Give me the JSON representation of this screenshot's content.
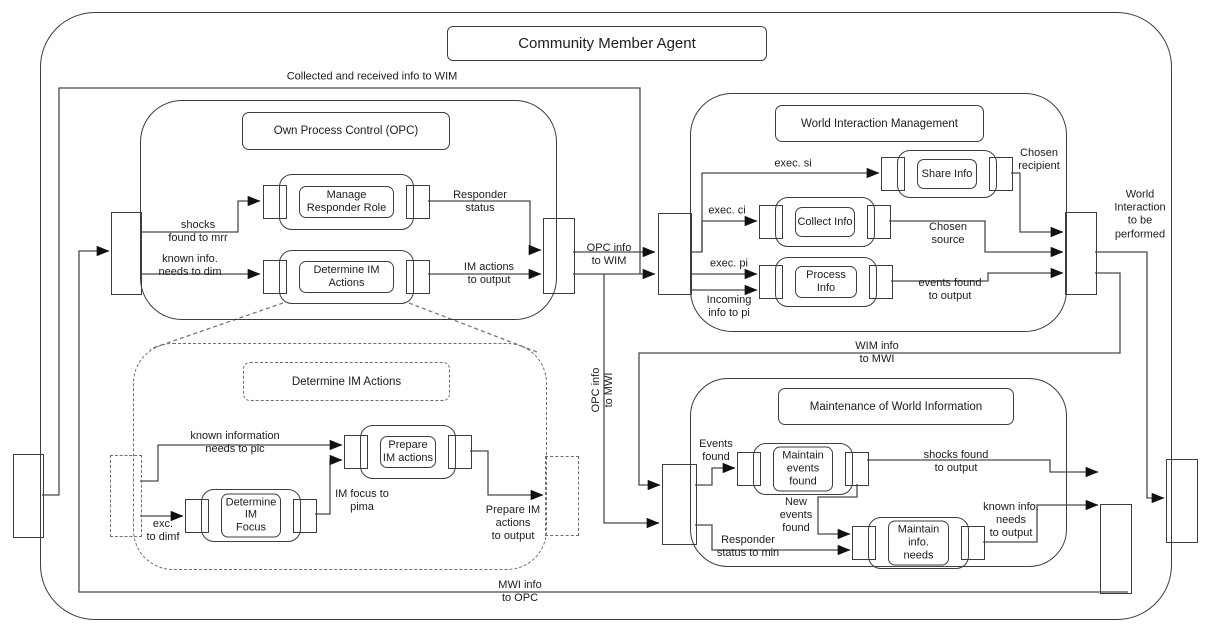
{
  "diagram": {
    "title": "Community Member Agent",
    "containers": {
      "opc": {
        "title": "Own Process Control (OPC)"
      },
      "wim": {
        "title": "World Interaction Management"
      },
      "mwi": {
        "title": "Maintenance of World Information"
      },
      "dia": {
        "title": "Determine IM Actions"
      }
    },
    "components": {
      "mrr": {
        "label": "Manage\nResponder Role"
      },
      "dim": {
        "label": "Determine IM\nActions"
      },
      "si": {
        "label": "Share Info"
      },
      "ci": {
        "label": "Collect Info"
      },
      "pi": {
        "label": "Process Info"
      },
      "mef": {
        "label": "Maintain\nevents found"
      },
      "min": {
        "label": "Maintain info.\nneeds"
      },
      "pima": {
        "label": "Prepare\nIM actions"
      },
      "dimf": {
        "label": "Determine IM\nFocus"
      }
    },
    "edge_labels": {
      "collected": "Collected and received info to WIM",
      "shocks_mrr": "shocks\nfound to mrr",
      "known_dim": "known info.\nneeds to dim",
      "responder_status": "Responder\nstatus",
      "im_actions": "IM actions\nto output",
      "opc_wim": "OPC info\nto WIM",
      "opc_mwi": "OPC info\nto MWI",
      "exec_si": "exec. si",
      "exec_ci": "exec. ci",
      "exec_pi": "exec. pi",
      "incoming_pi": "Incoming\ninfo to pi",
      "chosen_recipient": "Chosen\nrecipient",
      "chosen_source": "Chosen\nsource",
      "events_output": "events found\nto output",
      "world_interaction": "World\nInteraction\nto be\nperformed",
      "wim_mwi": "WIM info\nto MWI",
      "events_found": "Events\nfound",
      "shocks_output": "shocks found\nto output",
      "new_events": "New\nevents\nfound",
      "responder_min": "Responder\nstatus to min",
      "known_output": "known info.\nneeds\nto output",
      "known_pic": "known information\nneeds to pic",
      "im_focus": "IM focus to\npima",
      "exc_dimf": "exc.\nto dimf",
      "prepare_output": "Prepare IM\nactions\nto output",
      "mwi_opc": "MWI info\nto OPC"
    },
    "colors": {
      "stroke": "#3d3d3d",
      "edge": "#4a4a4a",
      "arrow": "#111111",
      "background": "#ffffff",
      "text": "#1c1c1c"
    }
  }
}
